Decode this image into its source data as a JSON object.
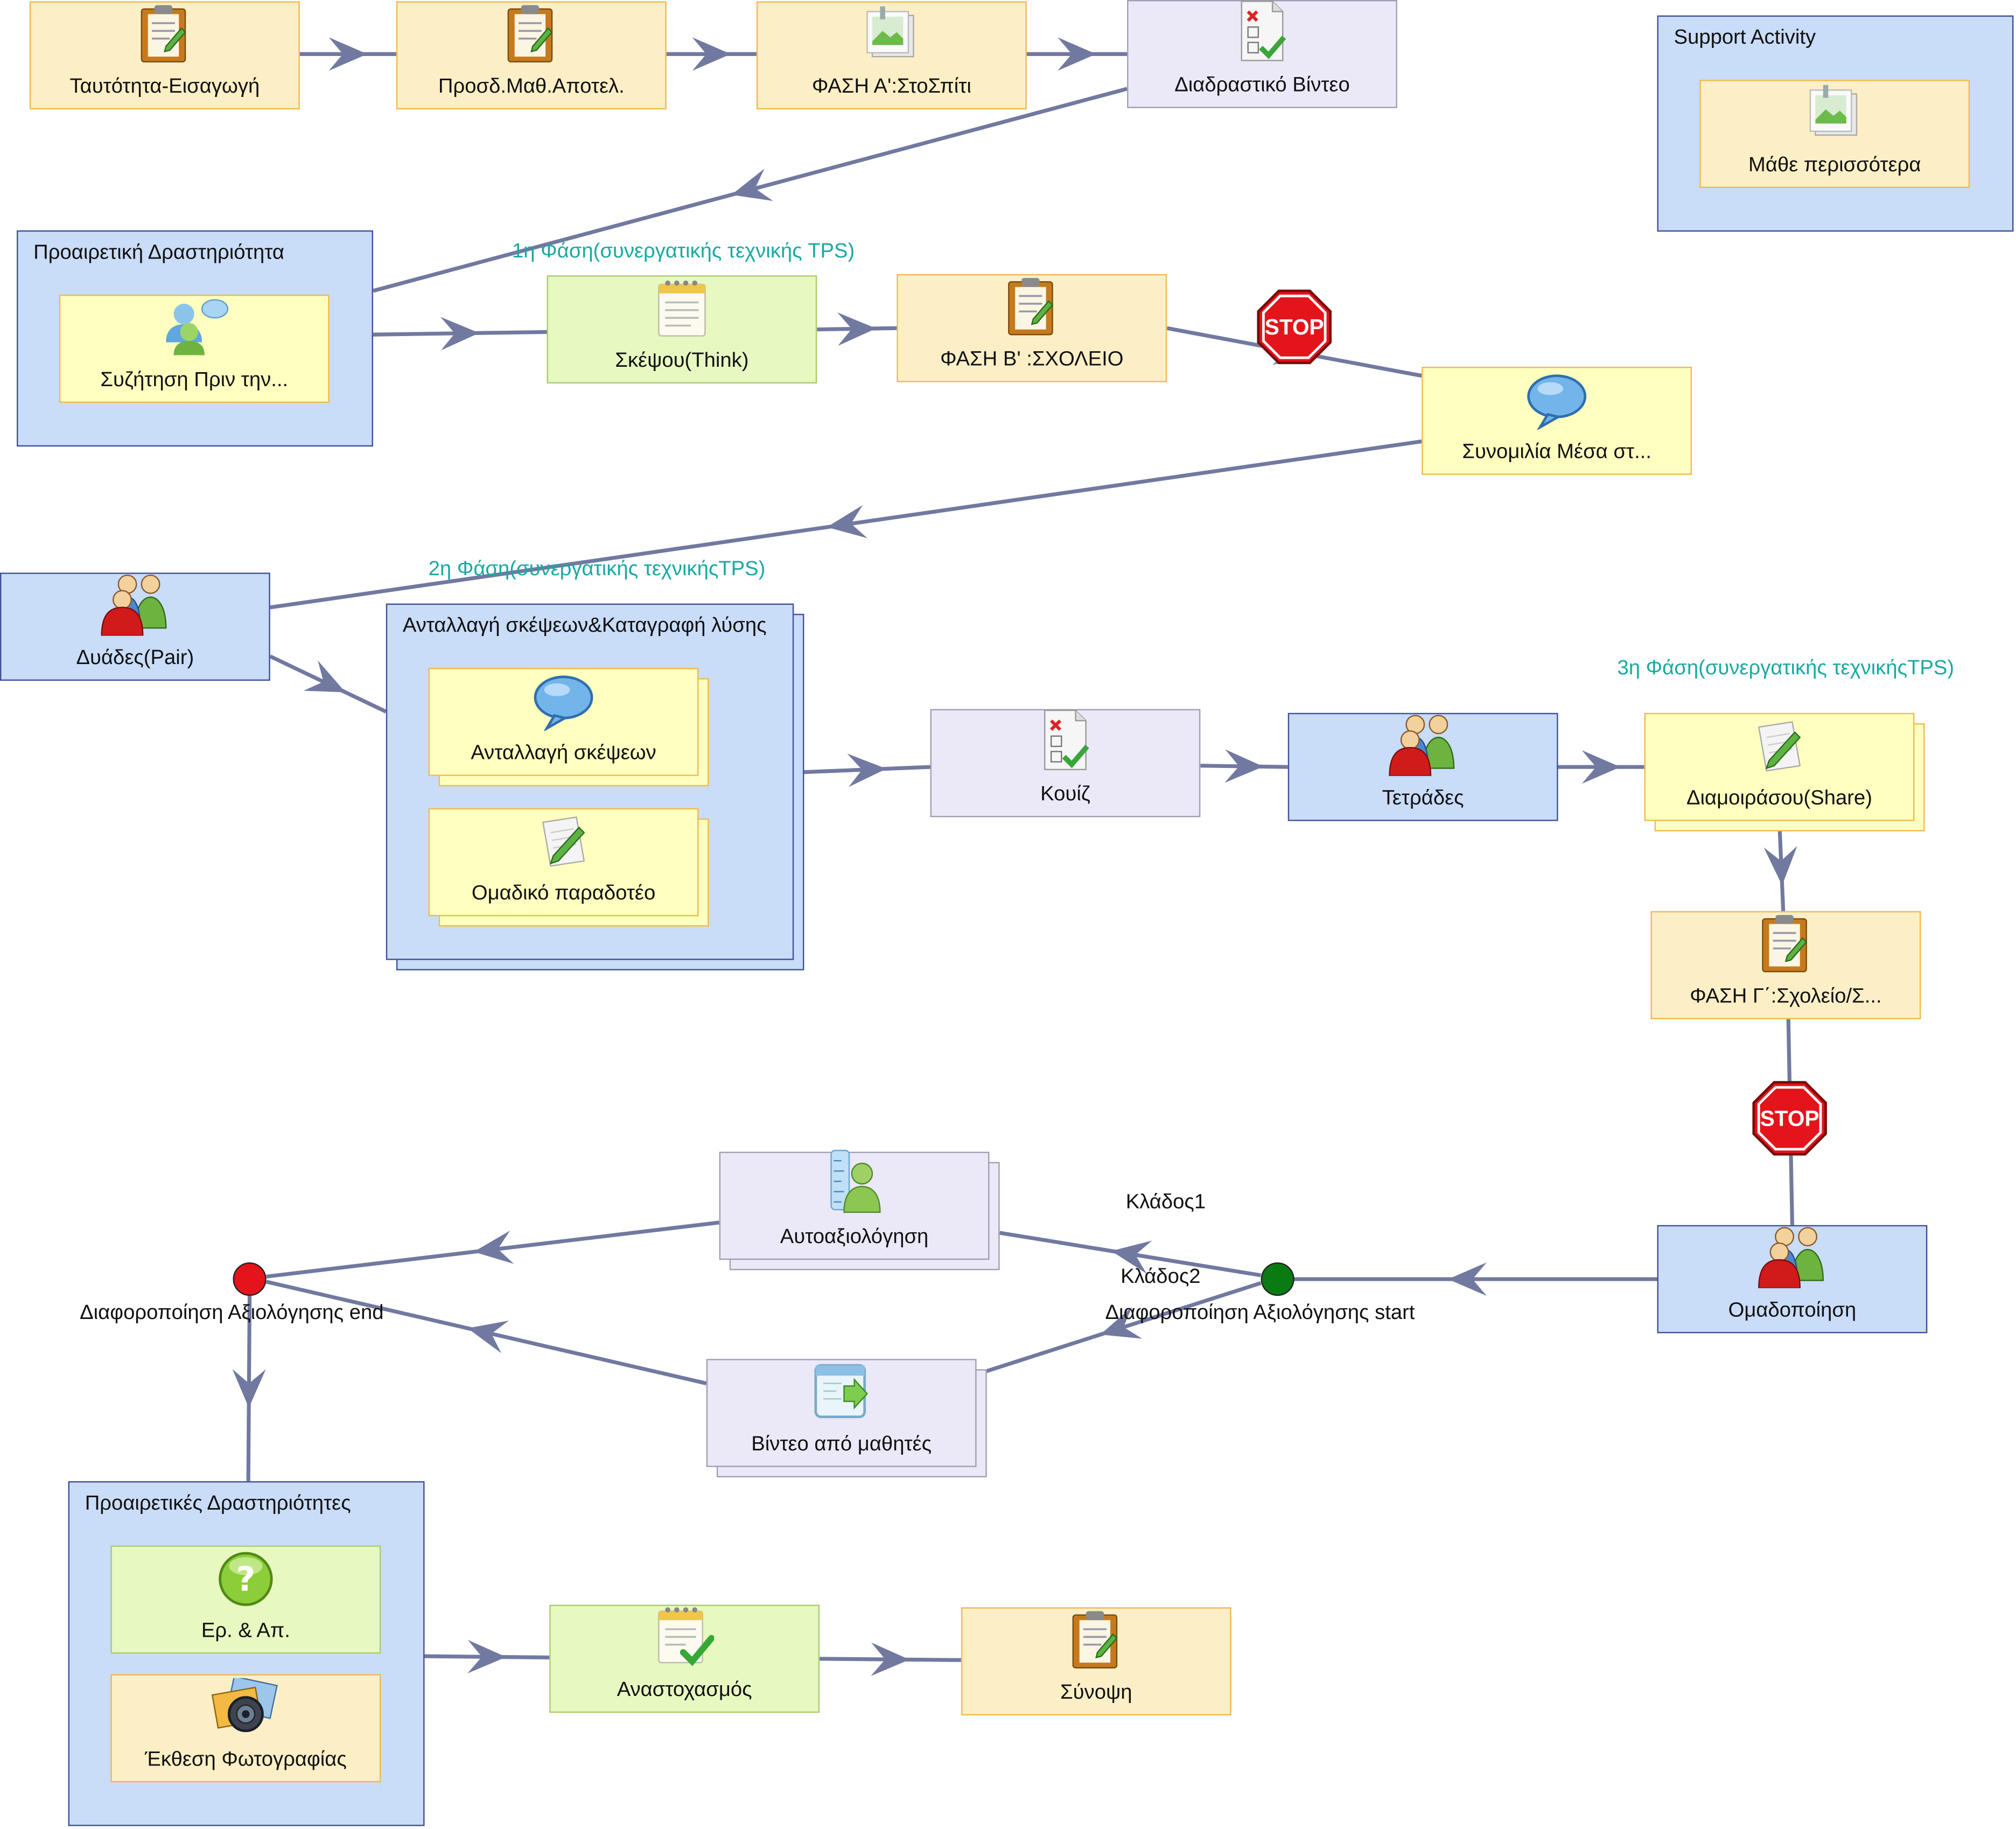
{
  "colors": {
    "wire": "#7279a0",
    "phase_text": "#19a8a3",
    "gate_start": "#0a7a12",
    "gate_end": "#e4141b",
    "stop": "#e4141b"
  },
  "activities": {
    "intro": {
      "label": "Ταυτότητα-Εισαγωγή",
      "icon": "clipboard-icon"
    },
    "outcomes": {
      "label": "Προσδ.Μαθ.Αποτελ.",
      "icon": "clipboard-icon"
    },
    "phase_a": {
      "label": "ΦΑΣΗ Α':ΣτοΣπίτι",
      "icon": "picture-icon"
    },
    "interactive_video": {
      "label": "Διαδραστικό Βίντεο",
      "icon": "quiz-icon"
    },
    "learn_more": {
      "label": "Μάθε περισσότερα",
      "icon": "picture-icon"
    },
    "discussion_before": {
      "label": "Συζήτηση Πριν την...",
      "icon": "chat-users-icon"
    },
    "think": {
      "label": "Σκέψου(Think)",
      "icon": "notepad-icon"
    },
    "phase_b": {
      "label": "ΦΑΣΗ Β' :ΣΧΟΛΕΙΟ",
      "icon": "clipboard-icon"
    },
    "chat_inside": {
      "label": "Συνομιλία Μέσα στ...",
      "icon": "speech-bubble-icon"
    },
    "pairs": {
      "label": "Δυάδες(Pair)",
      "icon": "group-icon"
    },
    "exchange_thoughts": {
      "label": "Ανταλλαγή σκέψεων",
      "icon": "speech-bubble-icon"
    },
    "group_deliverable": {
      "label": "Ομαδικό παραδοτέο",
      "icon": "paper-pencil-icon"
    },
    "quiz": {
      "label": "Κουίζ",
      "icon": "quiz-icon"
    },
    "quads": {
      "label": "Τετράδες",
      "icon": "group-icon"
    },
    "share": {
      "label": "Διαμοιράσου(Share)",
      "icon": "paper-pencil-icon"
    },
    "phase_c": {
      "label": "ΦΑΣΗ Γ΄:Σχολείο/Σ...",
      "icon": "clipboard-icon"
    },
    "grouping": {
      "label": "Ομαδοποίηση",
      "icon": "group-icon"
    },
    "self_assessment": {
      "label": "Αυτοαξιολόγηση",
      "icon": "self-assessment-icon"
    },
    "student_videos": {
      "label": "Βίντεο από μαθητές",
      "icon": "video-icon"
    },
    "qa": {
      "label": "Ερ. & Απ.",
      "icon": "question-icon"
    },
    "photo_exhibition": {
      "label": "Έκθεση Φωτογραφίας",
      "icon": "photo-icon"
    },
    "reflection": {
      "label": "Αναστοχασμός",
      "icon": "checklist-icon"
    },
    "summary": {
      "label": "Σύνοψη",
      "icon": "clipboard-icon"
    }
  },
  "containers": {
    "support": "Support Activity",
    "optional": "Προαιρετική Δραστηριότητα",
    "exchange_record": "Ανταλλαγή σκέψεων&Καταγραφή λύσης",
    "optional_plural": "Προαιρετικές Δραστηριότητες"
  },
  "phases": {
    "p1": "1η Φάση(συνεργατικής τεχνικής TPS)",
    "p2": "2η Φάση(συνεργατικής τεχνικήςTPS)",
    "p3": "3η Φάση(συνεργατικής τεχνικήςTPS)"
  },
  "stops": {
    "label": "STOP"
  },
  "gates": {
    "start": "Διαφοροποίηση Αξιολόγησης start",
    "end": "Διαφοροποίηση Αξιολόγησης end",
    "branch1": "Κλάδος1",
    "branch2": "Κλάδος2"
  }
}
